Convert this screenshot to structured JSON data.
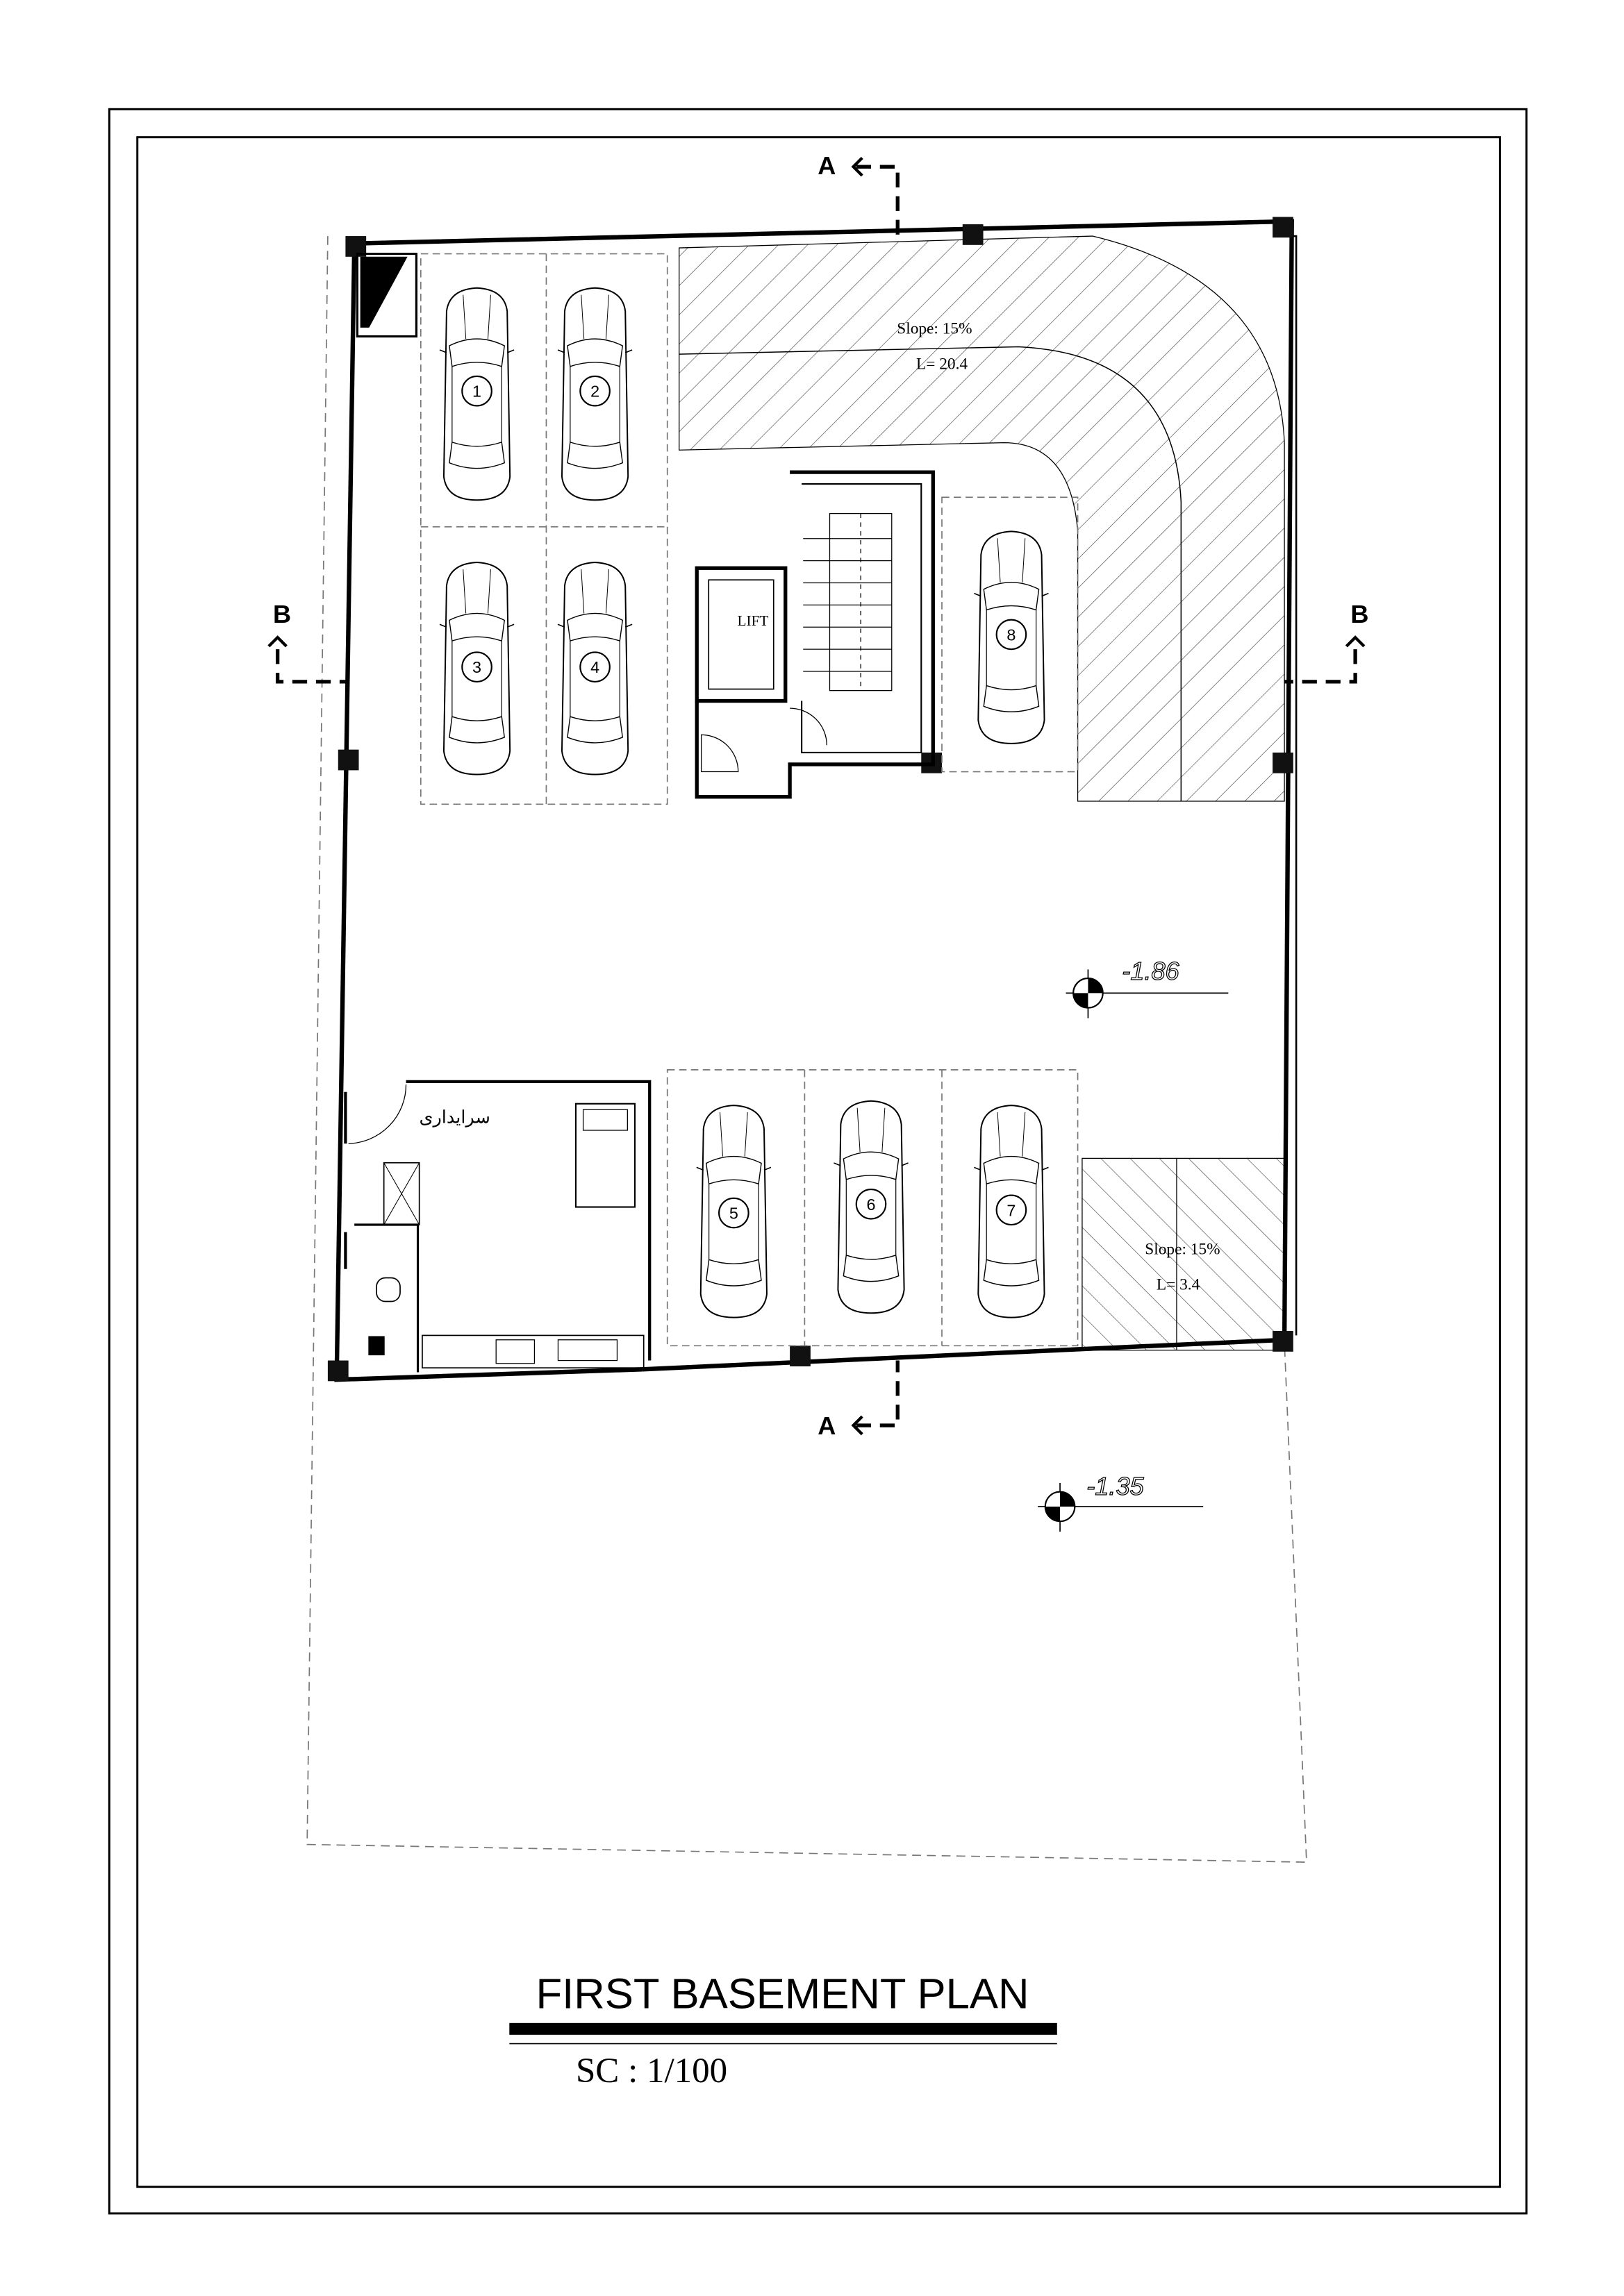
{
  "drawing": {
    "title": "FIRST BASEMENT PLAN",
    "scale_label": "SC :  1/100"
  },
  "sections": {
    "a_top": "A",
    "a_bottom": "A",
    "b_left": "B",
    "b_right": "B"
  },
  "ramps": [
    {
      "slope": "Slope: 15%",
      "length": "L= 20.4"
    },
    {
      "slope": "Slope: 15%",
      "length": "L= 3.4"
    }
  ],
  "elevations": [
    "-1.86",
    "-1.35"
  ],
  "rooms": {
    "lift": "LIFT",
    "caretaker": "سرایداری"
  },
  "parking": [
    "1",
    "2",
    "3",
    "4",
    "5",
    "6",
    "7",
    "8"
  ]
}
